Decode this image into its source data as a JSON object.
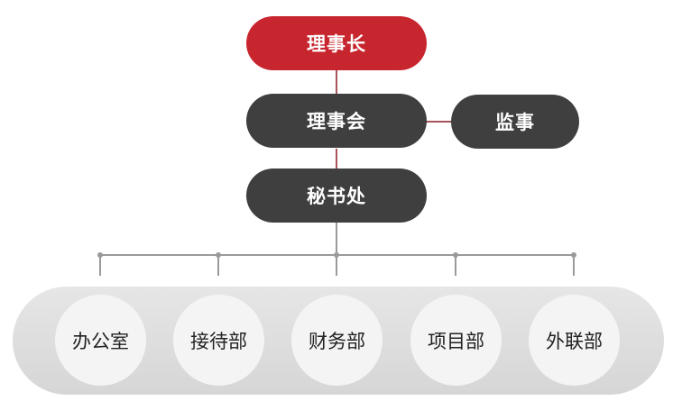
{
  "org": {
    "chairman": "理事长",
    "board": "理事会",
    "supervisor": "监事",
    "secretariat": "秘书处",
    "departments": [
      "办公室",
      "接待部",
      "财务部",
      "项目部",
      "外联部"
    ]
  },
  "colors": {
    "chairman_fill": "#c8262f",
    "node_fill": "#3f3f3f",
    "connector_top": "#8b1a22",
    "connector_tree": "#9a9a9a",
    "band_fill": "#dddddd",
    "dept_fill": "#f4f4f4"
  }
}
